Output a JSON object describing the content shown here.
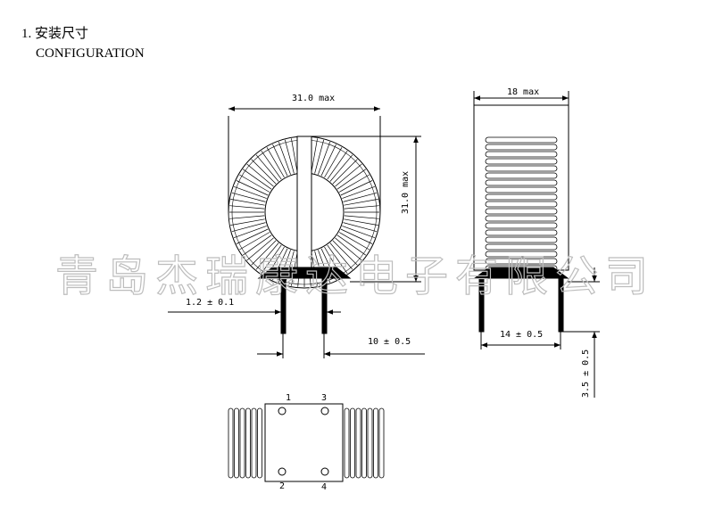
{
  "header": {
    "title_cn": "1. 安装尺寸",
    "title_en": "CONFIGURATION"
  },
  "watermark": "青岛杰瑞康达电子有限公司",
  "dimensions": {
    "front_width": "31.0 max",
    "front_height": "31.0 max",
    "pin_diameter": "1.2  ±  0.1",
    "pin_spacing_front": "10  ±  0.5",
    "side_width": "18 max",
    "pin_spacing_side": "14  ±  0.5",
    "pin_length": "3.5 ± 0.5"
  },
  "pins": [
    "1",
    "3",
    "2",
    "4"
  ],
  "colors": {
    "line": "#000000",
    "watermark": "#bdbdbd"
  }
}
